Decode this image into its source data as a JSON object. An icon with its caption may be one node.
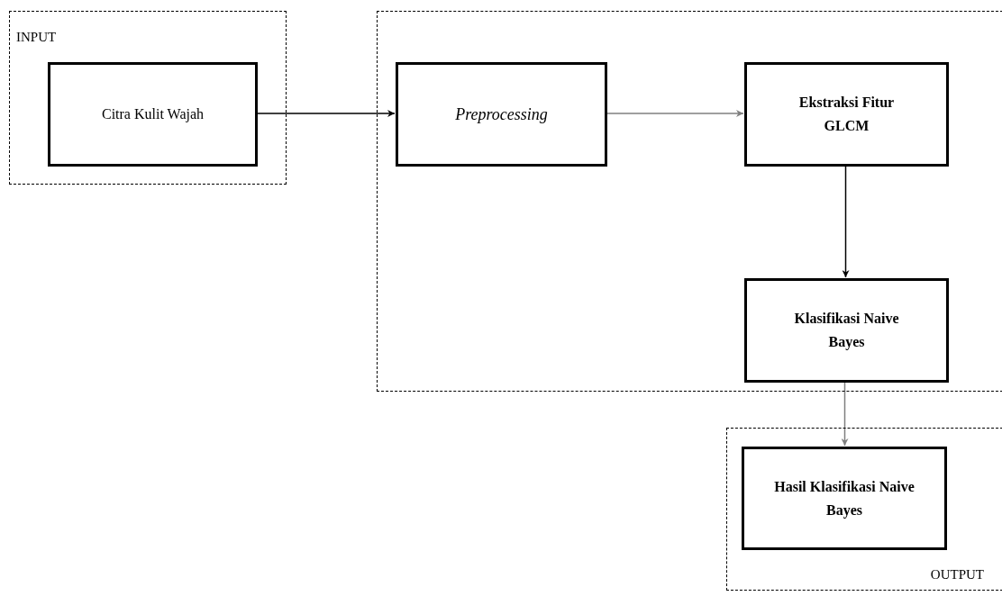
{
  "diagram": {
    "nodes": [
      {
        "text": [
          "INPUT"
        ]
      },
      {
        "text": [
          "Citra Kulit Wajah"
        ],
        "in": 0
      },
      {
        "text": [],
        "shape": "box"
      },
      {
        "text": [
          "Preprocessing"
        ],
        "in": 2
      },
      {
        "text": [
          "Ekstraksi Fitur GLCM"
        ],
        "in": 2
      },
      {
        "text": [
          "Klasifikasi Naive Bayes"
        ],
        "in": 2
      },
      {
        "text": [
          "OUTPUT"
        ]
      },
      {
        "text": [
          "Hasil Klasifikasi Naive Bayes"
        ],
        "in": 6
      }
    ],
    "edges": [
      {
        "from": 1,
        "to": 3,
        "arrow": "to"
      },
      {
        "from": 3,
        "to": 4,
        "arrow": "to",
        "color": "#7f7f7f"
      },
      {
        "from": 4,
        "to": 5,
        "arrow": "to"
      },
      {
        "from": 5,
        "to": 7,
        "arrow": "to",
        "color": "#7f7f7f"
      }
    ]
  }
}
